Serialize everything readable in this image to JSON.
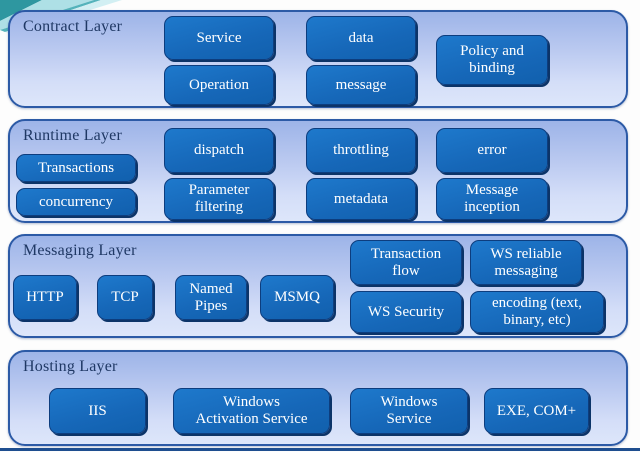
{
  "colors": {
    "page_bg": "#fdfdfd",
    "box_fill": "#1670c4",
    "box_border": "#0d3d7e",
    "box_shadow": "#0c3468",
    "box_text": "#ffffff",
    "layer_border": "#2c5aa6",
    "layer_fill_top": "#9db4e8",
    "layer_fill_bottom": "#dde6fa",
    "layer_label": "#1f3864",
    "bottom_rule": "#1e4e8f",
    "swoosh_dark": "#2e97a0",
    "swoosh_mid": "#55b3bb",
    "swoosh_light": "#aee0e6",
    "swoosh_pale": "#d2eff3"
  },
  "layers": [
    {
      "label": "Contract Layer",
      "boxes": [
        {
          "text": "Service"
        },
        {
          "text": "data"
        },
        {
          "text": "Operation"
        },
        {
          "text": "message"
        },
        {
          "text": "Policy and\nbinding"
        }
      ]
    },
    {
      "label": "Runtime Layer",
      "boxes": [
        {
          "text": "Transactions"
        },
        {
          "text": "concurrency"
        },
        {
          "text": "dispatch"
        },
        {
          "text": "Parameter\nfiltering"
        },
        {
          "text": "throttling"
        },
        {
          "text": "metadata"
        },
        {
          "text": "error"
        },
        {
          "text": "Message\ninception"
        }
      ]
    },
    {
      "label": "Messaging Layer",
      "boxes": [
        {
          "text": "HTTP"
        },
        {
          "text": "TCP"
        },
        {
          "text": "Named\nPipes"
        },
        {
          "text": "MSMQ"
        },
        {
          "text": "Transaction\nflow"
        },
        {
          "text": "WS Security"
        },
        {
          "text": "WS reliable\nmessaging"
        },
        {
          "text": "encoding (text,\nbinary, etc)"
        }
      ]
    },
    {
      "label": "Hosting Layer",
      "boxes": [
        {
          "text": "IIS"
        },
        {
          "text": "Windows\nActivation Service"
        },
        {
          "text": "Windows\nService"
        },
        {
          "text": "EXE, COM+"
        }
      ]
    }
  ]
}
